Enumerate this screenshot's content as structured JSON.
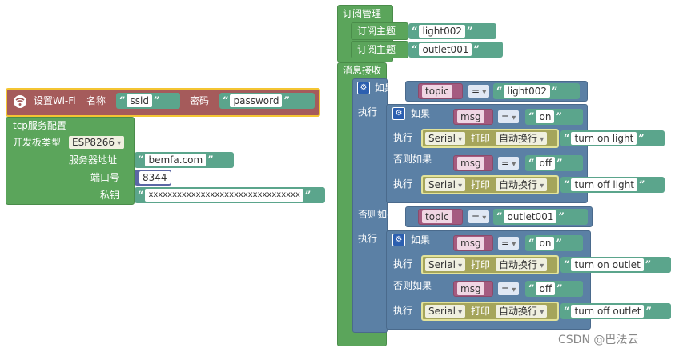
{
  "left": {
    "wifi": {
      "title": "设置Wi-Fi",
      "name_label": "名称",
      "ssid": "ssid",
      "pwd_label": "密码",
      "password": "password"
    },
    "tcp": {
      "title": "tcp服务配置",
      "board_label": "开发板类型",
      "board_value": "ESP8266",
      "server_label": "服务器地址",
      "server_value": "bemfa.com",
      "port_label": "端口号",
      "port_value": "8344",
      "key_label": "私钥",
      "key_value": "xxxxxxxxxxxxxxxxxxxxxxxxxxxxxxxx"
    }
  },
  "right": {
    "sub_title": "订阅管理",
    "sub_topic_label": "订阅主题",
    "topic1": "light002",
    "topic2": "outlet001",
    "msg_title": "消息接收",
    "if_label": "如果",
    "do_label": "执行",
    "elseif_label": "否则如果",
    "topic_var": "topic",
    "msg_var": "msg",
    "eq": "=",
    "on": "on",
    "off": "off",
    "serial": "Serial",
    "print": "打印",
    "newline": "自动换行",
    "turn_on_light": "turn on light",
    "turn_off_light": "turn off light",
    "turn_on_outlet": "turn on outlet",
    "turn_off_outlet": "turn off outlet"
  },
  "watermark": "CSDN @巴法云",
  "icons": {
    "gear": "gear-icon",
    "wifi": "wifi-icon"
  },
  "colors": {
    "green": "#5ba55b",
    "red": "#a55b5b",
    "teal": "#5ba58c",
    "blue": "#5b80a5",
    "olive": "#a5a55b",
    "pink": "#a55b80"
  }
}
